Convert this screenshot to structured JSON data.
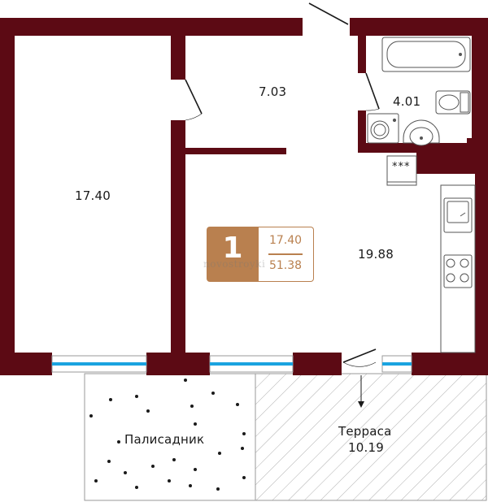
{
  "rooms": {
    "bedroom_area": "17.40",
    "hall_area": "7.03",
    "bathroom_area": "4.01",
    "living_kitchen_area": "19.88",
    "garden_label": "Палисадник",
    "terrace_label": "Терраса",
    "terrace_area": "10.19"
  },
  "badge": {
    "rooms_count": "1",
    "living_area": "17.40",
    "total_area": "51.38"
  },
  "watermark": {
    "text": "novostroyki"
  },
  "stove_label": "***",
  "colors": {
    "wall": "#5c0a14",
    "window": "#1aa3e0",
    "accent": "#b9804f",
    "line": "#444444"
  }
}
